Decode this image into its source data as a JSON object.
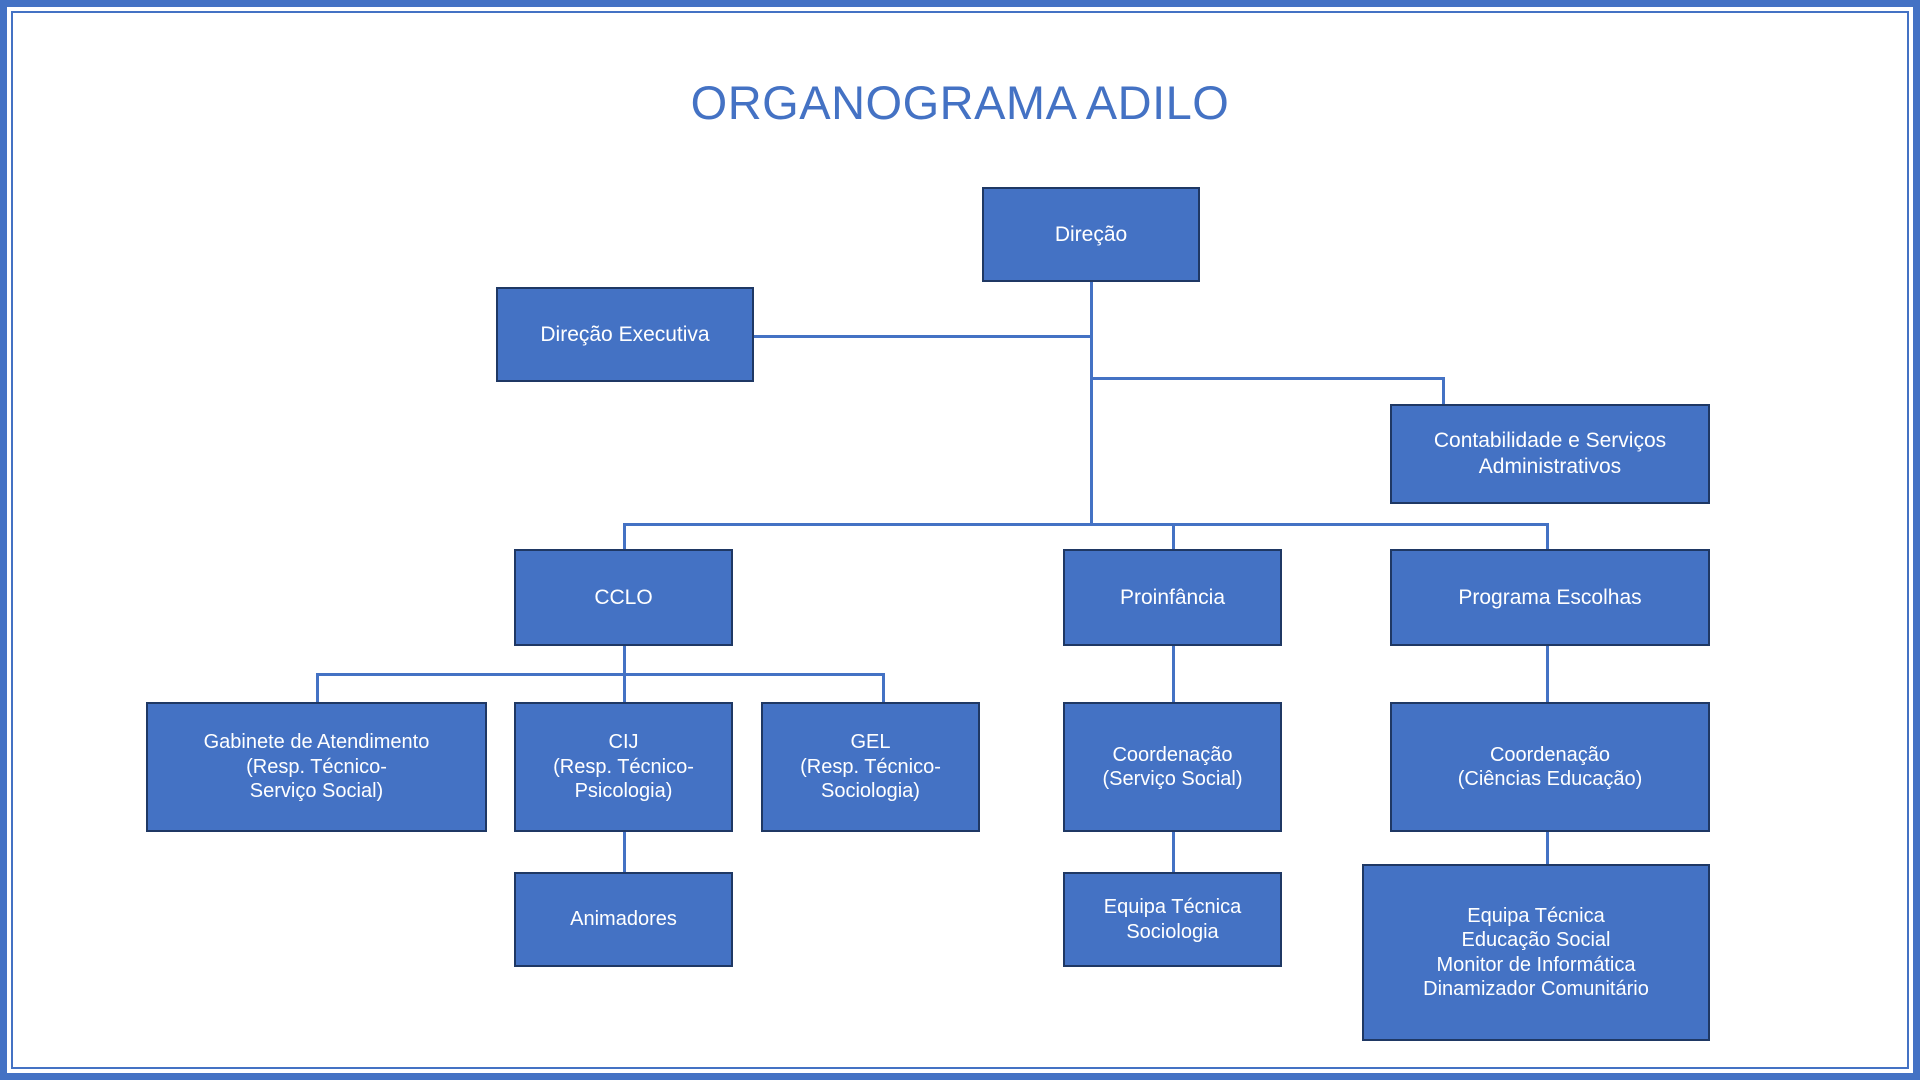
{
  "title": "ORGANOGRAMA ADILO",
  "theme": {
    "accent": "#4472C4",
    "node_fill": "#4472C4",
    "node_border": "#1F3864",
    "node_text": "#FFFFFF",
    "title_color": "#4472C4",
    "background": "#FFFFFF",
    "connector_color": "#4472C4"
  },
  "chart_data": {
    "type": "diagram",
    "diagram_type": "organizational-chart",
    "title": "ORGANOGRAMA ADILO",
    "nodes": [
      {
        "id": "direcao",
        "label": "Direção"
      },
      {
        "id": "direcao-exec",
        "label": "Direção Executiva"
      },
      {
        "id": "contabilidade",
        "label": "Contabilidade e Serviços\nAdministrativos"
      },
      {
        "id": "cclo",
        "label": "CCLO"
      },
      {
        "id": "proinfancia",
        "label": "Proinfância"
      },
      {
        "id": "programa-escolhas",
        "label": "Programa Escolhas"
      },
      {
        "id": "gabinete",
        "label": "Gabinete de Atendimento\n(Resp. Técnico-\nServiço Social)"
      },
      {
        "id": "cij",
        "label": "CIJ\n(Resp. Técnico-\nPsicologia)"
      },
      {
        "id": "gel",
        "label": "GEL\n(Resp. Técnico-\nSociologia)"
      },
      {
        "id": "animadores",
        "label": "Animadores"
      },
      {
        "id": "coord-servico-social",
        "label": "Coordenação\n(Serviço Social)"
      },
      {
        "id": "coord-ciencias-educacao",
        "label": "Coordenação\n(Ciências Educação)"
      },
      {
        "id": "equipa-sociologia",
        "label": "Equipa Técnica\nSociologia"
      },
      {
        "id": "equipa-escolhas",
        "label": "Equipa Técnica\nEducação Social\nMonitor de Informática\nDinamizador Comunitário"
      }
    ],
    "edges": [
      {
        "from": "direcao",
        "to": "direcao-exec"
      },
      {
        "from": "direcao",
        "to": "contabilidade"
      },
      {
        "from": "direcao",
        "to": "cclo"
      },
      {
        "from": "direcao",
        "to": "proinfancia"
      },
      {
        "from": "direcao",
        "to": "programa-escolhas"
      },
      {
        "from": "cclo",
        "to": "gabinete"
      },
      {
        "from": "cclo",
        "to": "cij"
      },
      {
        "from": "cclo",
        "to": "gel"
      },
      {
        "from": "cij",
        "to": "animadores"
      },
      {
        "from": "proinfancia",
        "to": "coord-servico-social"
      },
      {
        "from": "coord-servico-social",
        "to": "equipa-sociologia"
      },
      {
        "from": "programa-escolhas",
        "to": "coord-ciencias-educacao"
      },
      {
        "from": "coord-ciencias-educacao",
        "to": "equipa-escolhas"
      }
    ]
  },
  "nodes": {
    "direcao": "Direção",
    "direcao_executiva": "Direção Executiva",
    "contabilidade": "Contabilidade e Serviços\nAdministrativos",
    "cclo": "CCLO",
    "proinfancia": "Proinfância",
    "programa_escolhas": "Programa Escolhas",
    "gabinete_atendimento": "Gabinete de Atendimento\n(Resp. Técnico-\nServiço Social)",
    "cij": "CIJ\n(Resp. Técnico-\nPsicologia)",
    "gel": "GEL\n(Resp. Técnico-\nSociologia)",
    "animadores": "Animadores",
    "coordenacao_servico_social": "Coordenação\n(Serviço Social)",
    "coordenacao_ciencias_educacao": "Coordenação\n(Ciências Educação)",
    "equipa_tecnica_sociologia": "Equipa Técnica\nSociologia",
    "equipa_tecnica_escolhas": "Equipa Técnica\nEducação Social\nMonitor de Informática\nDinamizador Comunitário"
  }
}
